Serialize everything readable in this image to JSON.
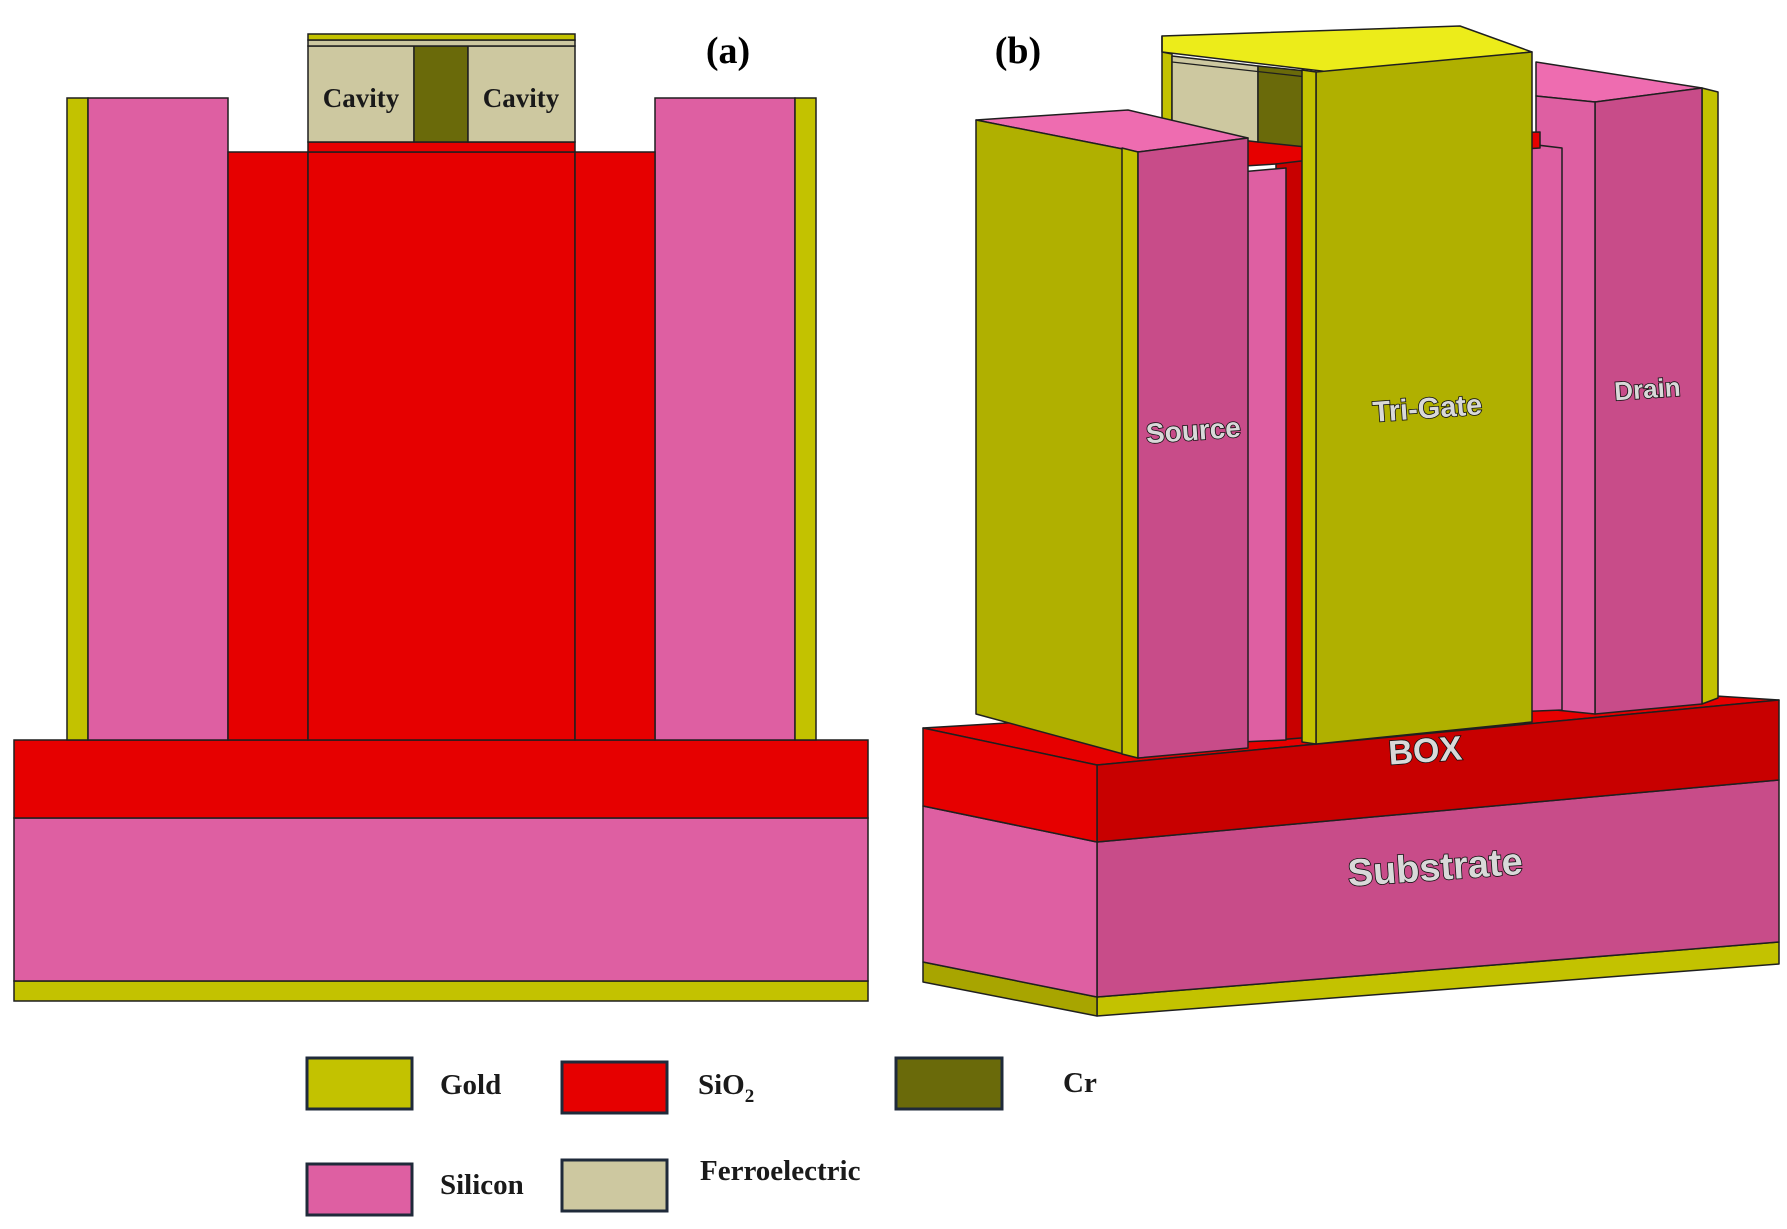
{
  "colors": {
    "gold": "#c3c200",
    "gold_light": "#ecec1a",
    "gold_dark": "#a8a500",
    "sio2": "#e60000",
    "sio2_dark": "#c80000",
    "silicon": "#de5fa2",
    "silicon_dark": "#c84c89",
    "cr": "#6a6a0a",
    "ferroelectric": "#cdc8a0",
    "outline": "#1f1f1f"
  },
  "panel_a": {
    "label": "(a)",
    "cavity_left": "Cavity",
    "cavity_right": "Cavity"
  },
  "panel_b": {
    "label": "(b)",
    "source": "Source",
    "gate": "Tri-Gate",
    "drain": "Drain",
    "box": "BOX",
    "substrate": "Substrate"
  },
  "legend": {
    "items": [
      {
        "label": "Gold",
        "color": "#c3c200"
      },
      {
        "label": "SiO",
        "sub": "2",
        "color": "#e60000"
      },
      {
        "label": "Cr",
        "color": "#6a6a0a"
      },
      {
        "label": "Silicon",
        "color": "#de5fa2"
      },
      {
        "label": "Ferroelectric",
        "color": "#cdc8a0"
      }
    ]
  }
}
